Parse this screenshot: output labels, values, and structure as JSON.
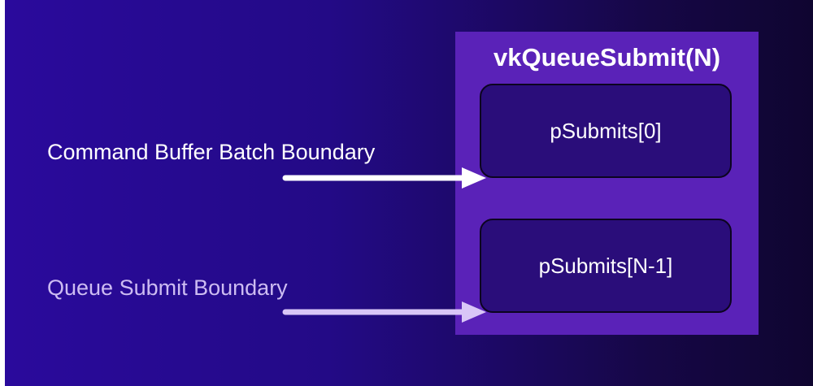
{
  "diagram": {
    "queue_submit_title": "vkQueueSubmit(N)",
    "submits": [
      {
        "label": "pSubmits[0]"
      },
      {
        "label": "pSubmits[N-1]"
      }
    ],
    "boundaries": [
      {
        "label": "Command Buffer Batch Boundary",
        "color": "#ffffff"
      },
      {
        "label": "Queue Submit Boundary",
        "color": "#cdbcf2"
      }
    ]
  },
  "colors": {
    "background_start": "#2a0a9c",
    "background_end": "#0f0530",
    "panel": "#5a22b8",
    "submit_box": "#2a0d7a"
  }
}
